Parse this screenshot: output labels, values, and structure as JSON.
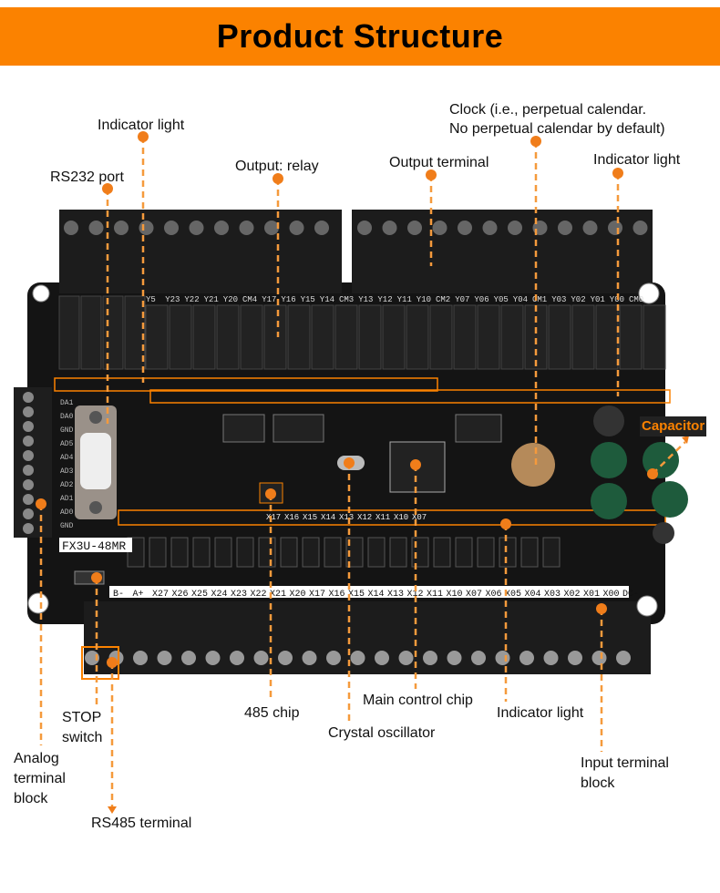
{
  "header": {
    "title": "Product Structure"
  },
  "board": {
    "model": "FX3U-48MR",
    "top_labels_left": [
      "Y5",
      "Y23",
      "Y22",
      "Y21",
      "Y20",
      "CM4",
      "Y17",
      "Y16",
      "Y15",
      "Y14",
      "CM3"
    ],
    "top_labels_right": [
      "Y13",
      "Y12",
      "Y11",
      "Y10",
      "CM2",
      "Y07",
      "Y06",
      "Y05",
      "Y04",
      "CM1",
      "Y03",
      "Y02",
      "Y01",
      "Y00",
      "CM0"
    ],
    "bottom_labels": [
      "B-",
      "A+",
      "X27",
      "X26",
      "X25",
      "X24",
      "X23",
      "X22",
      "X21",
      "X20",
      "X17",
      "X16",
      "X15",
      "X14",
      "X13",
      "X12",
      "X11",
      "X10",
      "X07",
      "X06",
      "X05",
      "X04",
      "X03",
      "X02",
      "X01",
      "X00",
      "DC-"
    ],
    "mid_labels": [
      "X17",
      "X16",
      "X15",
      "X14",
      "X13",
      "X12",
      "X11",
      "X10",
      "X07"
    ],
    "analog_labels": [
      "DA1",
      "DA0",
      "GND",
      "AD5",
      "AD4",
      "AD3",
      "AD2",
      "AD1",
      "AD0",
      "GND"
    ]
  },
  "callouts": {
    "indicator_light_1": "Indicator light",
    "rs232": "RS232 port",
    "output_relay": "Output: relay",
    "output_terminal": "Output terminal",
    "clock_line1": "Clock (i.e., perpetual calendar.",
    "clock_line2": "No perpetual calendar by default)",
    "indicator_light_2": "Indicator light",
    "capacitor": "Capacitor",
    "analog_line1": "Analog",
    "analog_line2": "terminal",
    "analog_line3": "block",
    "stop_line1": "STOP",
    "stop_line2": "switch",
    "rs485": "RS485 terminal",
    "chip485": "485 chip",
    "crystal": "Crystal oscillator",
    "main_chip": "Main control chip",
    "indicator_light_3": "Indicator light",
    "input_line1": "Input terminal",
    "input_line2": "block"
  },
  "colors": {
    "accent": "#fb8200",
    "board": "#141414"
  }
}
